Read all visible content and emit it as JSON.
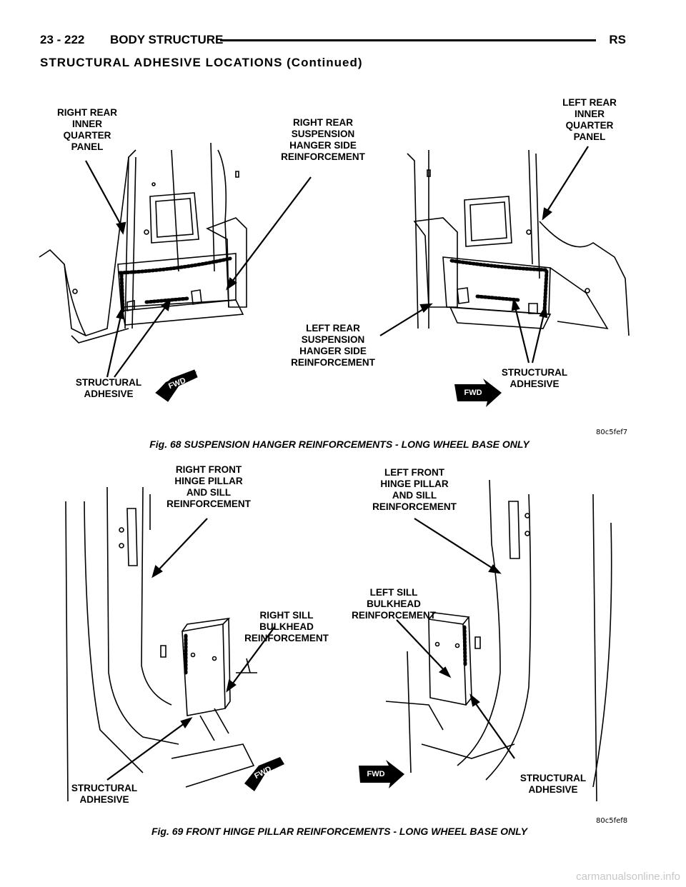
{
  "header": {
    "page_number": "23 - 222",
    "section": "BODY STRUCTURE",
    "code": "RS"
  },
  "subtitle": "STRUCTURAL ADHESIVE LOCATIONS (Continued)",
  "fig68": {
    "labels": {
      "rr_inner": "RIGHT REAR\nINNER\nQUARTER\nPANEL",
      "rr_susp": "RIGHT REAR\nSUSPENSION\nHANGER SIDE\nREINFORCEMENT",
      "lr_inner": "LEFT REAR\nINNER\nQUARTER\nPANEL",
      "lr_susp": "LEFT REAR\nSUSPENSION\nHANGER SIDE\nREINFORCEMENT",
      "adhesive_left": "STRUCTURAL\nADHESIVE",
      "adhesive_right": "STRUCTURAL\nADHESIVE",
      "fwd_left": "FWD",
      "fwd_right": "FWD"
    },
    "code": "80c5fef7",
    "caption": "Fig. 68 SUSPENSION HANGER REINFORCEMENTS - LONG WHEEL BASE ONLY"
  },
  "fig69": {
    "labels": {
      "rf_hinge": "RIGHT FRONT\nHINGE PILLAR\nAND SILL\nREINFORCEMENT",
      "lf_hinge": "LEFT FRONT\nHINGE PILLAR\nAND SILL\nREINFORCEMENT",
      "ls_bulk": "LEFT SILL\nBULKHEAD\nREINFORCEMENT",
      "rs_bulk": "RIGHT SILL\nBULKHEAD\nREINFORCEMENT",
      "adhesive_left": "STRUCTURAL\nADHESIVE",
      "adhesive_right": "STRUCTURAL\nADHESIVE",
      "fwd_left": "FWD",
      "fwd_right": "FWD"
    },
    "code": "80c5fef8",
    "caption": "Fig. 69 FRONT HINGE PILLAR REINFORCEMENTS - LONG WHEEL BASE ONLY"
  },
  "watermark": "carmanualsonline.info"
}
